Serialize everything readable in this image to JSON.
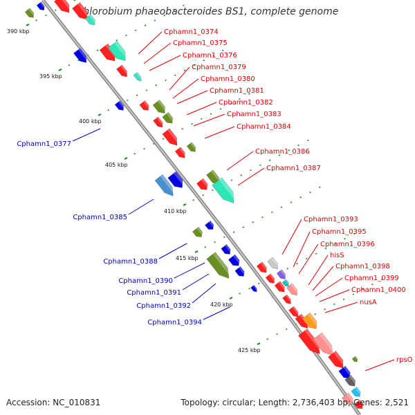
{
  "title": "Chlorobium phaeobacteroides BS1, complete genome",
  "footer": {
    "accession": "Accession: NC_010831",
    "topology": "Topology: circular; Length: 2,736,403 bp; Genes: 2,521"
  },
  "scale_labels": [
    "390 kbp",
    "395 kbp",
    "400 kbp",
    "405 kbp",
    "410 kbp",
    "415 kbp",
    "420 kbp",
    "425 kbp"
  ],
  "colors": {
    "backbone": "#8c8c8c",
    "tick": "#2e8b2e",
    "label_top": "#e00000",
    "label_bottom": "#0000c8"
  },
  "gene_labels_top": [
    "Cphamn1_0374",
    "Cphamn1_0375",
    "Cphamn1_0376",
    "Cphamn1_0379",
    "Cphamn1_0380",
    "Cphamn1_0381",
    "Cphamn1_0382",
    "Cphamn1_0383",
    "Cphamn1_0384",
    "Cphamn1_0386",
    "Cphamn1_0387",
    "Cphamn1_0393",
    "Cphamn1_0395",
    "Cphamn1_0396",
    "hisS",
    "Cphamn1_0398",
    "Cphamn1_0399",
    "Cphamn1_0400",
    "nusA",
    "rpsO"
  ],
  "gene_labels_bottom": [
    "Cphamn1_0377",
    "Cphamn1_0385",
    "Cphamn1_0388",
    "Cphamn1_0390",
    "Cphamn1_0391",
    "Cphamn1_0392",
    "Cphamn1_0394"
  ]
}
